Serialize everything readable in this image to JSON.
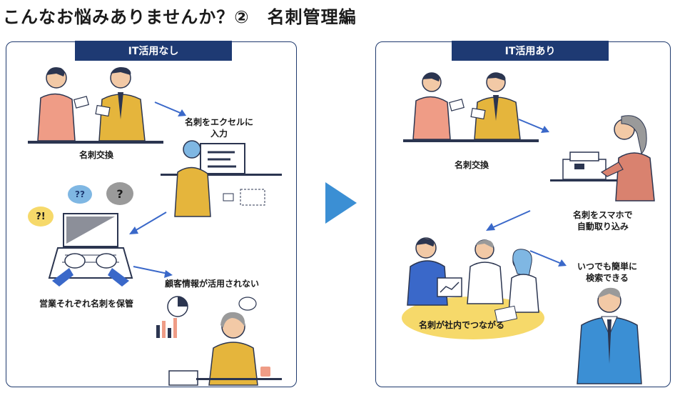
{
  "title": "こんなお悩みありませんか？②　名刺管理編",
  "left_panel": {
    "label": "IT活用なし",
    "steps": {
      "exchange": "名刺交換",
      "excel_line1": "名刺をエクセルに",
      "excel_line2": "入力",
      "storage": "営業それぞれ名刺を保管",
      "unused": "顧客情報が活用されない"
    },
    "bubbles": [
      "?!",
      "??",
      "?"
    ]
  },
  "right_panel": {
    "label": "IT活用あり",
    "steps": {
      "exchange": "名刺交換",
      "scan_line1": "名刺をスマホで",
      "scan_line2": "自動取り込み",
      "search_line1": "いつでも簡単に",
      "search_line2": "検索できる",
      "shared": "名刺が社内でつながる"
    }
  },
  "colors": {
    "navy": "#1e3a73",
    "arrow_blue": "#3a68c9",
    "big_arrow": "#3b8fd4",
    "mustard": "#e5b53c",
    "salmon": "#ef9c86",
    "light_blue": "#7fb7e3",
    "yellow_table": "#f6d96a"
  }
}
